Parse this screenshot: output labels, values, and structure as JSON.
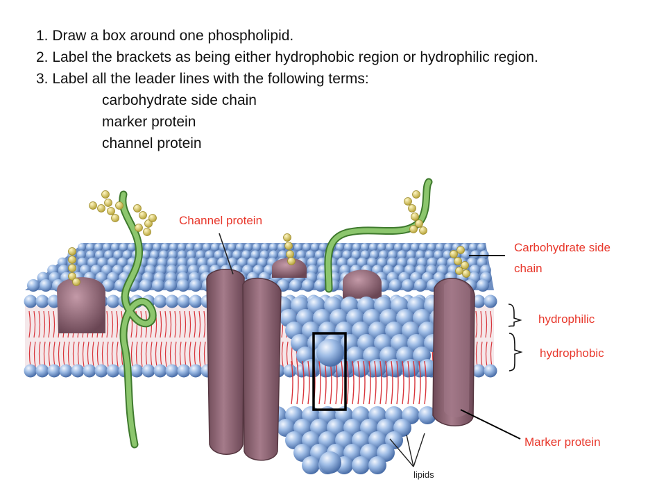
{
  "instructions": [
    "1. Draw a box around one phospholipid.",
    "2. Label the brackets as being either hydrophobic region or hydrophilic region.",
    "3. Label all the leader lines with the following terms:",
    "carbohydrate side chain",
    "marker protein",
    "channel protein"
  ],
  "labels": {
    "channel_protein": "Channel protein",
    "carbohydrate_line1": "Carbohydrate side",
    "carbohydrate_line2": "chain",
    "hydrophilic": "hydrophilic",
    "hydrophobic": "hydrophobic",
    "marker_protein": "Marker protein",
    "lipids": "lipids"
  },
  "colors": {
    "label_red": "#e8372b",
    "head_blue": "#8fb0dc",
    "tail_red": "#d8343a",
    "protein_mauve": "#8f6472",
    "carb_chain_green": "#79b35a",
    "sugar_yellow": "#e2d25a"
  }
}
